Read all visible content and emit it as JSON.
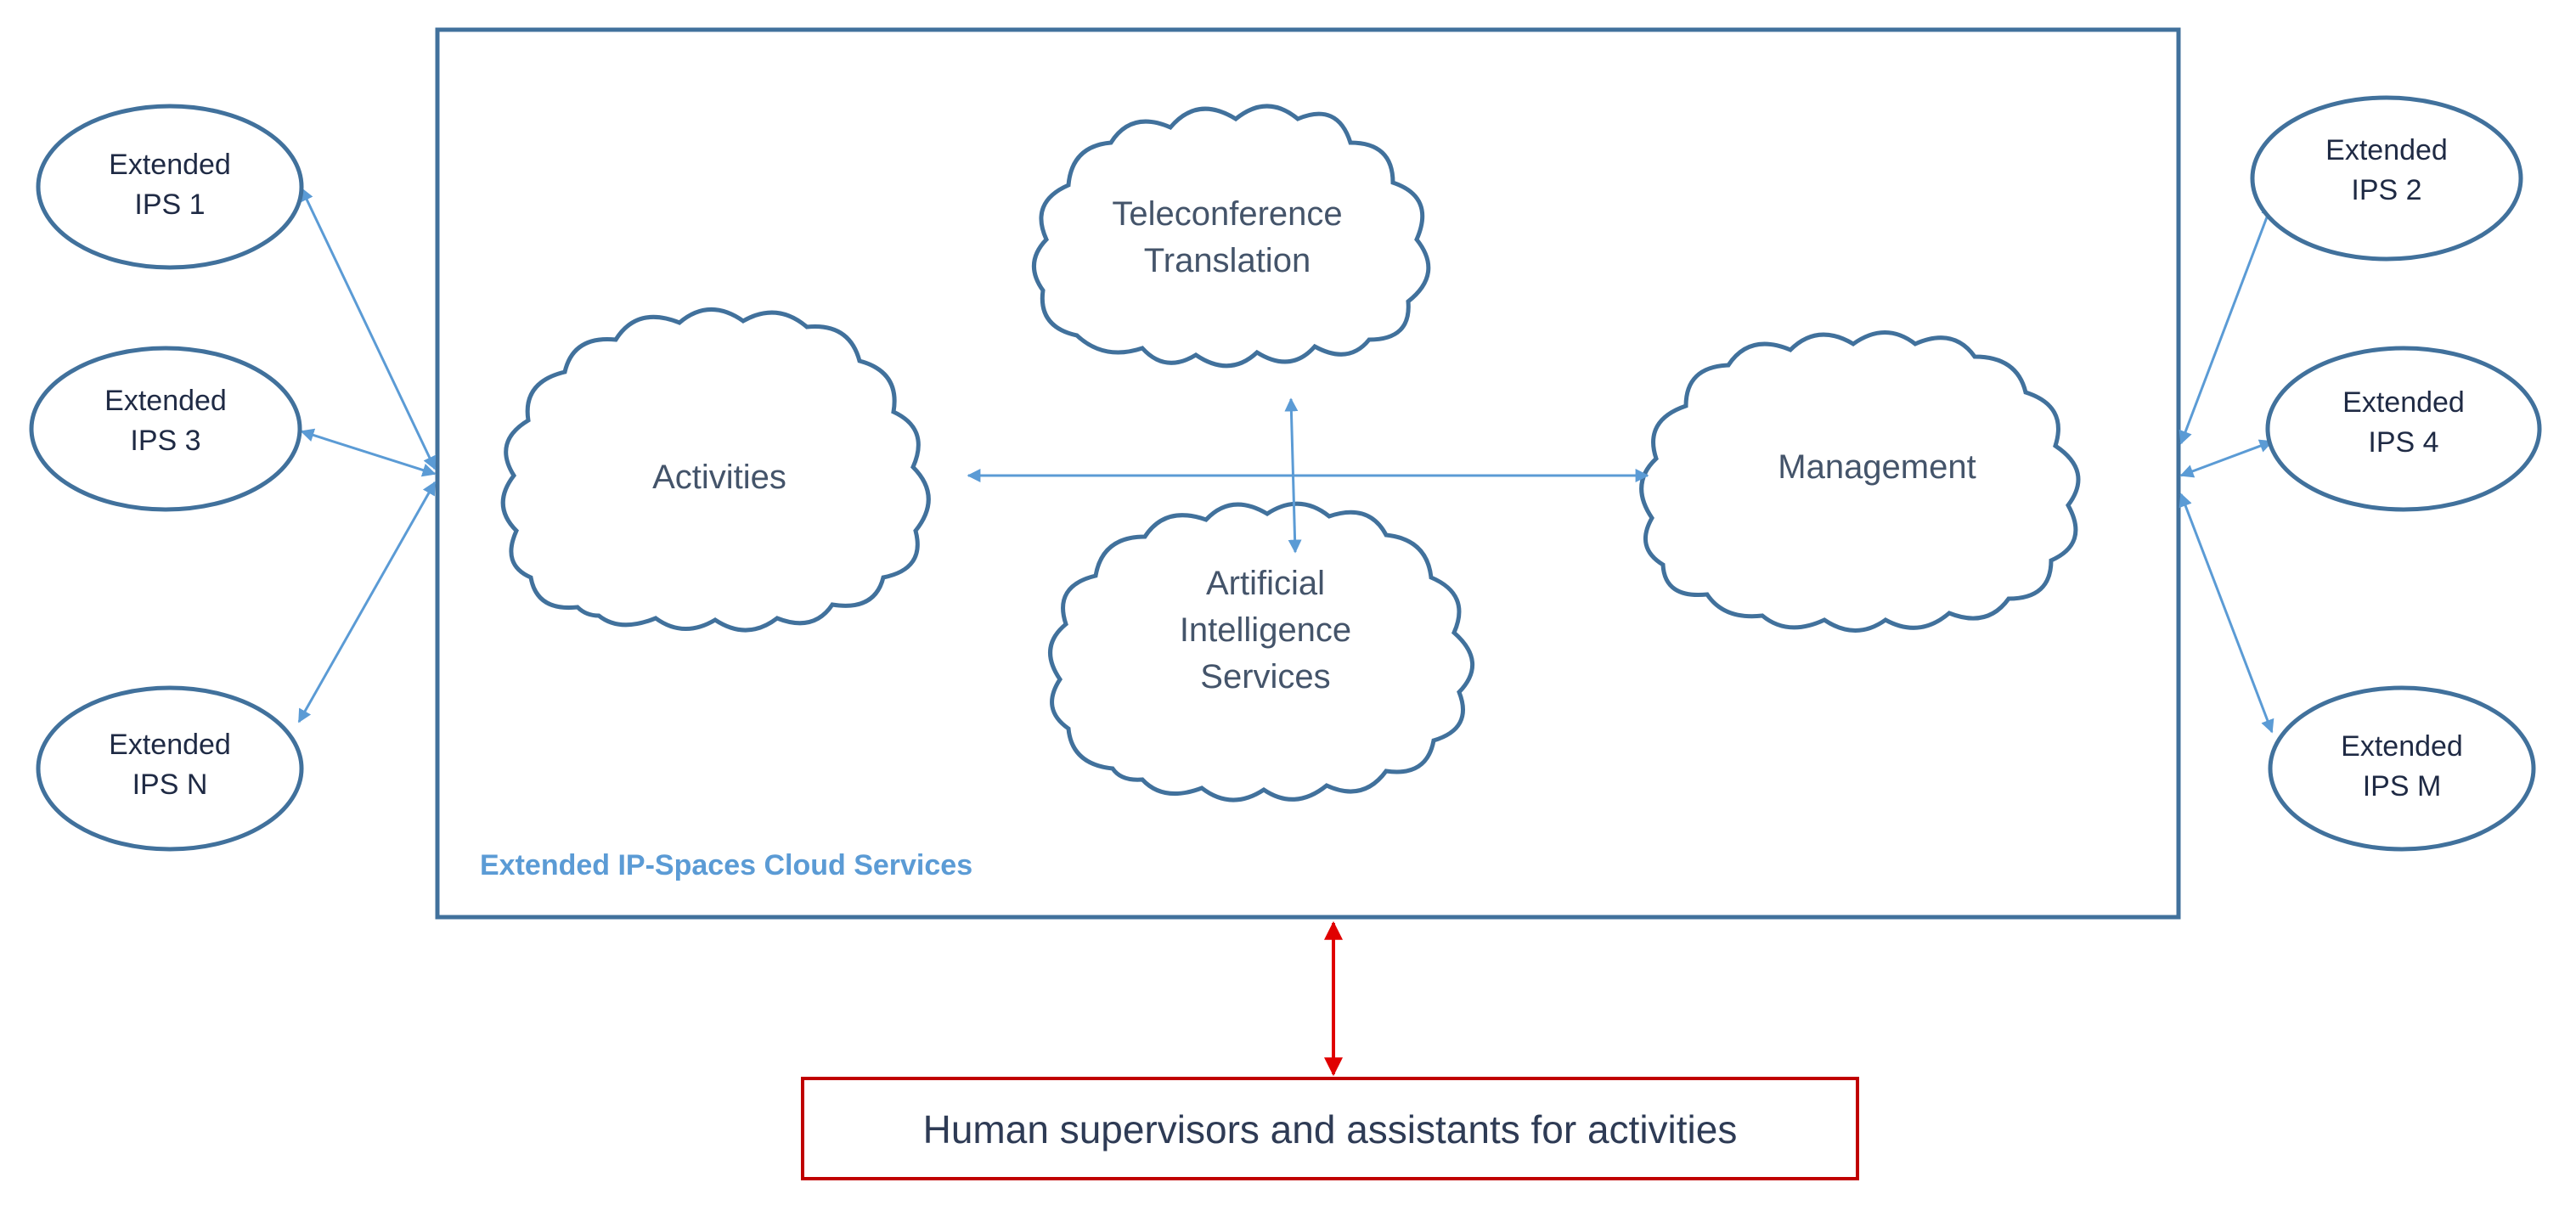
{
  "colors": {
    "outline": "#41719c",
    "connector": "#5b9bd5",
    "human_connector": "#e00000",
    "human_box_border": "#c00000",
    "box_title": "#5b9bd5"
  },
  "container": {
    "title": "Extended IP-Spaces Cloud Services"
  },
  "clouds": {
    "teleconference": {
      "line1": "Teleconference",
      "line2": "Translation"
    },
    "activities": {
      "label": "Activities"
    },
    "management": {
      "label": "Management"
    },
    "ai": {
      "line1": "Artificial",
      "line2": "Intelligence",
      "line3": "Services"
    }
  },
  "nodes": {
    "ips1": {
      "line1": "Extended",
      "line2": "IPS 1"
    },
    "ips3": {
      "line1": "Extended",
      "line2": "IPS 3"
    },
    "ipsN": {
      "line1": "Extended",
      "line2": "IPS N"
    },
    "ips2": {
      "line1": "Extended",
      "line2": "IPS 2"
    },
    "ips4": {
      "line1": "Extended",
      "line2": "IPS 4"
    },
    "ipsM": {
      "line1": "Extended",
      "line2": "IPS M"
    }
  },
  "human": {
    "label": "Human supervisors and assistants for activities"
  }
}
